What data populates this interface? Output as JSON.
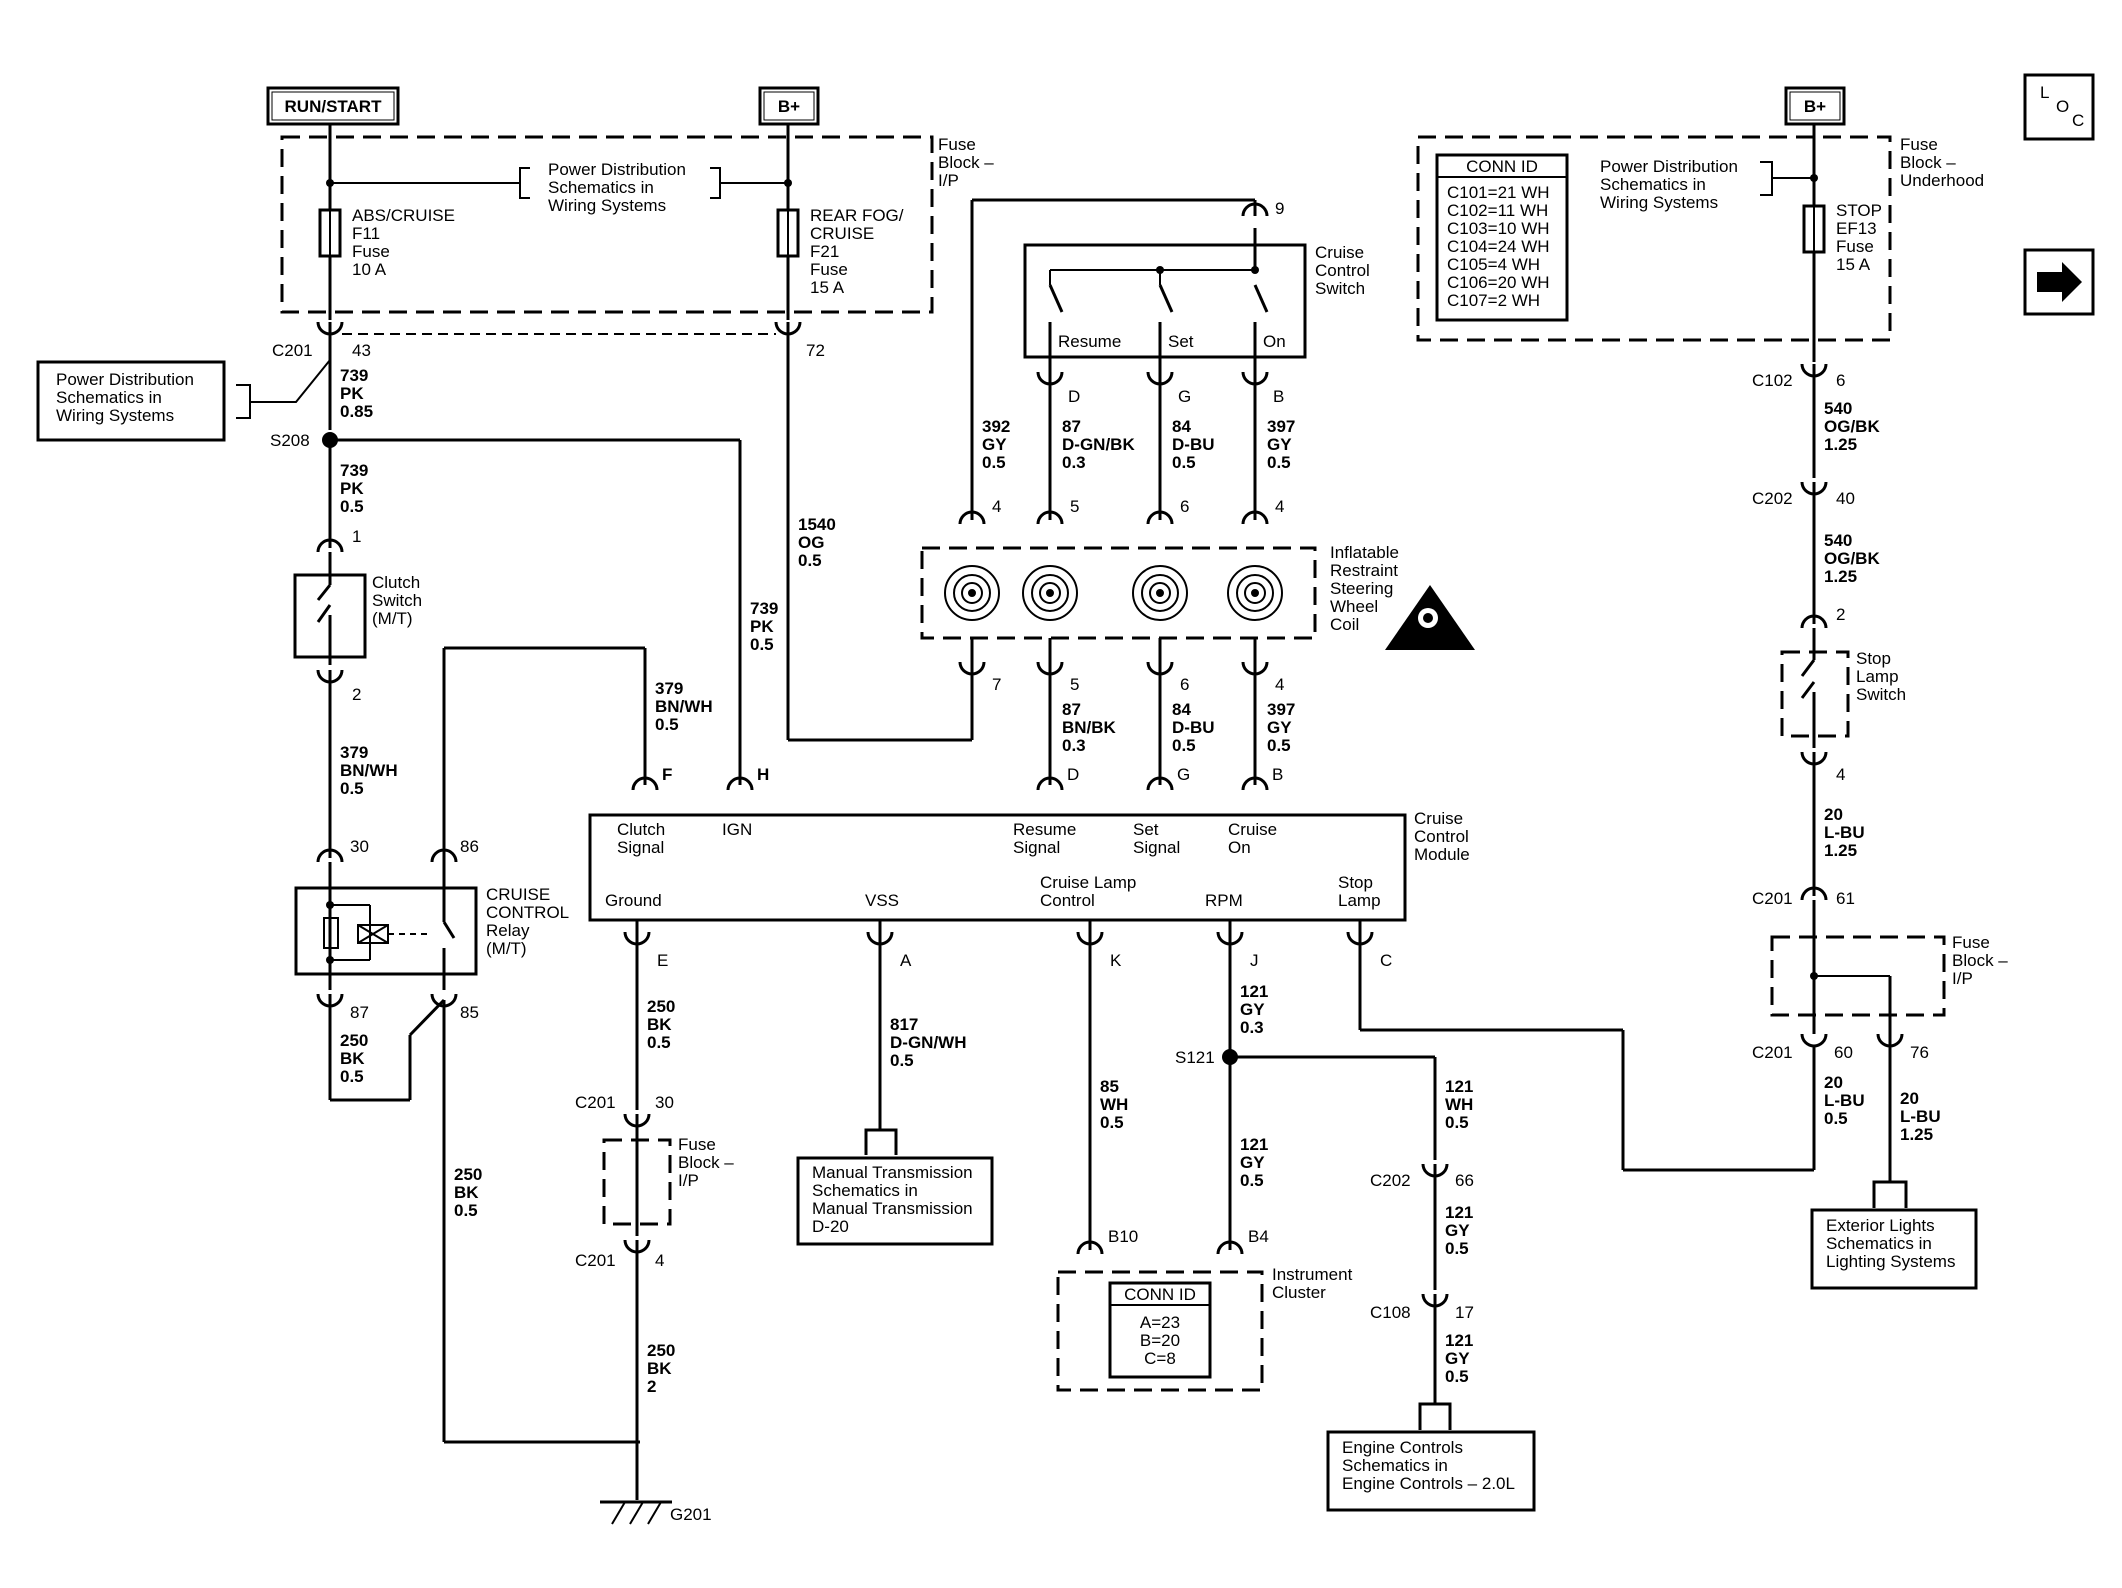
{
  "power": {
    "run_start": "RUN/START",
    "bplus_left": "B+",
    "bplus_right": "B+"
  },
  "nav": {
    "loc_l": "L",
    "loc_o": "O",
    "loc_c": "C",
    "next": "➡"
  },
  "fuse_block_ip": {
    "l1": "Fuse",
    "l2": "Block –",
    "l3": "I/P"
  },
  "fuse_block_uh": {
    "l1": "Fuse",
    "l2": "Block –",
    "l3": "Underhood"
  },
  "pds_ref": {
    "l1": "Power Distribution",
    "l2": "Schematics in",
    "l3": "Wiring Systems"
  },
  "pds_left": {
    "l1": "Power Distribution",
    "l2": "Schematics in",
    "l3": "Wiring Systems"
  },
  "pds_right": {
    "l1": "Power Distribution",
    "l2": "Schematics in",
    "l3": "Wiring Systems"
  },
  "f11": {
    "l1": "ABS/CRUISE",
    "l2": "F11",
    "l3": "Fuse",
    "l4": "10 A"
  },
  "f21": {
    "l1": "REAR FOG/",
    "l2": "CRUISE",
    "l3": "F21",
    "l4": "Fuse",
    "l5": "15 A"
  },
  "ef13": {
    "l1": "STOP",
    "l2": "EF13",
    "l3": "Fuse",
    "l4": "15 A"
  },
  "conn_id_top": {
    "title": "CONN ID",
    "rows": [
      "C101=21 WH",
      "C102=11 WH",
      "C103=10 WH",
      "C104=24 WH",
      "C105=4 WH",
      "C106=20 WH",
      "C107=2 WH"
    ]
  },
  "left": {
    "c201": "C201",
    "p43": "43",
    "w739a": "739",
    "w739a_c": "PK",
    "w739a_s": "0.85",
    "s208": "S208",
    "w739b": "739",
    "w739b_c": "PK",
    "w739b_s": "0.5",
    "p1": "1",
    "clutch1": "Clutch",
    "clutch2": "Switch",
    "clutch3": "(M/T)",
    "p2": "2",
    "w379": "379",
    "w379_c": "BN/WH",
    "w379_s": "0.5",
    "p30": "30",
    "p86": "86",
    "relay1": "CRUISE",
    "relay2": "CONTROL",
    "relay3": "Relay",
    "relay4": "(M/T)",
    "p87": "87",
    "p85": "85",
    "w250a": "250",
    "w250a_c": "BK",
    "w250a_s": "0.5",
    "w250b": "250",
    "w250b_c": "BK",
    "w250b_s": "0.5",
    "p72": "72",
    "w1540": "1540",
    "w1540_c": "OG",
    "w1540_s": "0.5",
    "w739c": "739",
    "w739c_c": "PK",
    "w739c_s": "0.5",
    "w379b": "379",
    "w379b_c": "BN/WH",
    "w379b_s": "0.5"
  },
  "switch": {
    "l1": "Cruise",
    "l2": "Control",
    "l3": "Switch",
    "resume": "Resume",
    "set": "Set",
    "on": "On",
    "p9": "9",
    "pD": "D",
    "pG": "G",
    "pB": "B"
  },
  "sw_wires": [
    {
      "n": "392",
      "c": "GY",
      "s": "0.5"
    },
    {
      "n": "87",
      "c": "D-GN/BK",
      "s": "0.3"
    },
    {
      "n": "84",
      "c": "D-BU",
      "s": "0.5"
    },
    {
      "n": "397",
      "c": "GY",
      "s": "0.5"
    }
  ],
  "coil": {
    "l1": "Inflatable",
    "l2": "Restraint",
    "l3": "Steering",
    "l4": "Wheel",
    "l5": "Coil",
    "top": [
      "4",
      "5",
      "6",
      "4"
    ],
    "bot": [
      "7",
      "5",
      "6",
      "4"
    ]
  },
  "coil_wires": [
    {
      "n": "87",
      "c": "BN/BK",
      "s": "0.3"
    },
    {
      "n": "84",
      "c": "D-BU",
      "s": "0.5"
    },
    {
      "n": "397",
      "c": "GY",
      "s": "0.5"
    }
  ],
  "module": {
    "name1": "Cruise",
    "name2": "Control",
    "name3": "Module",
    "pF": "F",
    "pH": "H",
    "pD": "D",
    "pG": "G",
    "pB": "B",
    "clutch1": "Clutch",
    "clutch2": "Signal",
    "ign": "IGN",
    "resume1": "Resume",
    "resume2": "Signal",
    "set1": "Set",
    "set2": "Signal",
    "con1": "Cruise",
    "con2": "On",
    "ground": "Ground",
    "vss": "VSS",
    "lamp1": "Cruise Lamp",
    "lamp2": "Control",
    "rpm": "RPM",
    "stop1": "Stop",
    "stop2": "Lamp",
    "pE": "E",
    "pA": "A",
    "pK": "K",
    "pJ": "J",
    "pC": "C"
  },
  "bottom": {
    "w250c": "250",
    "w250c_c": "BK",
    "w250c_s": "0.5",
    "c201a": "C201",
    "p30": "30",
    "fb1": "Fuse",
    "fb2": "Block –",
    "fb3": "I/P",
    "c201b": "C201",
    "p4": "4",
    "w250d": "250",
    "w250d_c": "BK",
    "w250d_s": "2",
    "g201": "G201",
    "w817": "817",
    "w817_c": "D-GN/WH",
    "w817_s": "0.5",
    "mt1": "Manual Transmission",
    "mt2": "Schematics in",
    "mt3": "Manual Transmission",
    "mt4": "D-20",
    "w85": "85",
    "w85_c": "WH",
    "w85_s": "0.5",
    "w121a": "121",
    "w121a_c": "GY",
    "w121a_s": "0.3",
    "s121": "S121",
    "w121b": "121",
    "w121b_c": "GY",
    "w121b_s": "0.5",
    "pB10": "B10",
    "pB4": "B4",
    "ic1": "Instrument",
    "ic2": "Cluster",
    "conn_title": "CONN ID",
    "conn_a": "A=23",
    "conn_b": "B=20",
    "conn_c": "C=8",
    "w121c": "121",
    "w121c_c": "WH",
    "w121c_s": "0.5",
    "c202": "C202",
    "p66": "66",
    "w121d": "121",
    "w121d_c": "GY",
    "w121d_s": "0.5",
    "c108": "C108",
    "p17": "17",
    "w121e": "121",
    "w121e_c": "GY",
    "w121e_s": "0.5",
    "ec1": "Engine Controls",
    "ec2": "Schematics in",
    "ec3": "Engine Controls – 2.0L"
  },
  "right": {
    "c102": "C102",
    "p6": "6",
    "w540a": "540",
    "w540a_c": "OG/BK",
    "w540a_s": "1.25",
    "c202": "C202",
    "p40": "40",
    "w540b": "540",
    "w540b_c": "OG/BK",
    "w540b_s": "1.25",
    "p2": "2",
    "sl1": "Stop",
    "sl2": "Lamp",
    "sl3": "Switch",
    "p4": "4",
    "w20a": "20",
    "w20a_c": "L-BU",
    "w20a_s": "1.25",
    "c201a": "C201",
    "p61": "61",
    "fb1": "Fuse",
    "fb2": "Block –",
    "fb3": "I/P",
    "c201b": "C201",
    "p60": "60",
    "p76": "76",
    "w20b": "20",
    "w20b_c": "L-BU",
    "w20b_s": "0.5",
    "w20c": "20",
    "w20c_c": "L-BU",
    "w20c_s": "1.25",
    "el1": "Exterior Lights",
    "el2": "Schematics in",
    "el3": "Lighting Systems"
  }
}
